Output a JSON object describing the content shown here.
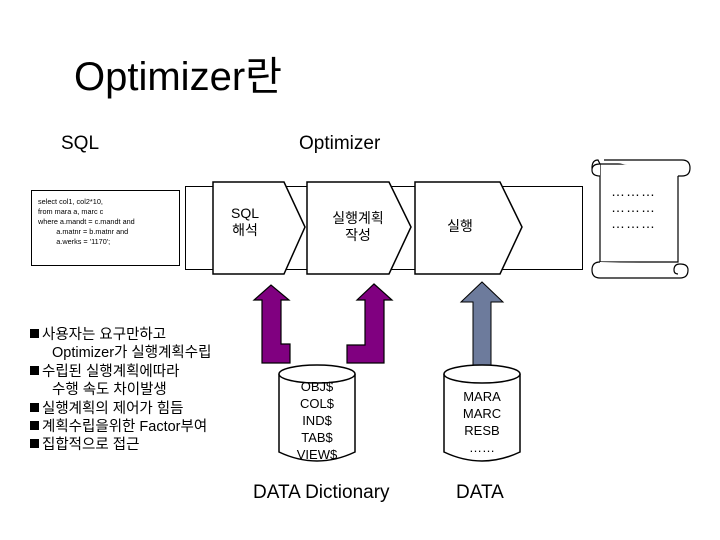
{
  "title": "Optimizer란",
  "labels": {
    "sql": "SQL",
    "optimizer": "Optimizer"
  },
  "sql_box": {
    "lines": [
      "select col1, col2*10,",
      "from mara a, marc c",
      "where a.mandt = c.mandt and",
      "         a.matnr = b.matnr and",
      "         a.werks = '1170';"
    ]
  },
  "arrows": [
    {
      "line1": "SQL",
      "line2": "해석"
    },
    {
      "line1": "실행계획",
      "line2": "작성"
    },
    {
      "line1": "실행",
      "line2": ""
    }
  ],
  "scroll": {
    "lines": [
      "………",
      "………",
      "………"
    ]
  },
  "bullets": [
    {
      "text": "사용자는 요구만하고",
      "bullet": true
    },
    {
      "text": "Optimizer가 실행계획수립",
      "bullet": false
    },
    {
      "text": "수립된 실행계획에따라",
      "bullet": true
    },
    {
      "text": "수행 속도 차이발생",
      "bullet": false
    },
    {
      "text": "실행계획의 제어가 힘듬",
      "bullet": true
    },
    {
      "text": "계획수립을위한 Factor부여",
      "bullet": true
    },
    {
      "text": "집합적으로 접근",
      "bullet": true
    }
  ],
  "data_dictionary": {
    "items": [
      "OBJ$",
      "COL$",
      "IND$",
      "TAB$",
      "VIEW$"
    ],
    "label": "DATA Dictionary"
  },
  "data": {
    "items": [
      "MARA",
      "MARC",
      "RESB",
      "……"
    ],
    "label": "DATA"
  },
  "colors": {
    "curved_arrow": "#800080",
    "up_arrow": "#6d7b9c"
  }
}
